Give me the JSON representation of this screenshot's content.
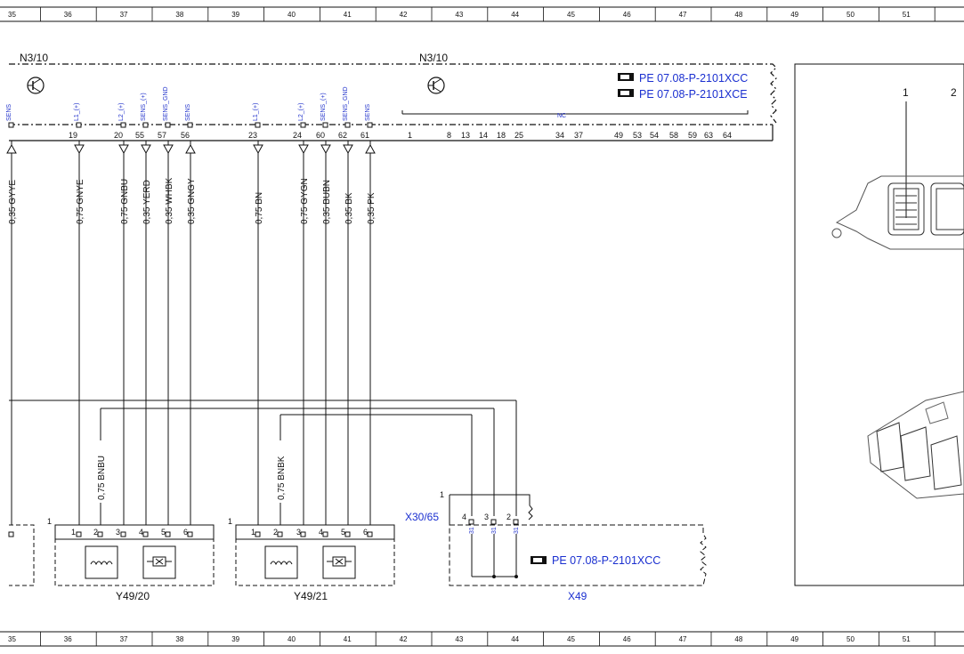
{
  "grid_numbers": [
    "35",
    "36",
    "37",
    "38",
    "39",
    "40",
    "41",
    "42",
    "43",
    "44",
    "45",
    "46",
    "47",
    "48",
    "49",
    "50",
    "51"
  ],
  "components": {
    "n3_left": "N3/10",
    "n3_right": "N3/10",
    "y49_20": "Y49/20",
    "y49_21": "Y49/21",
    "x30_65": "X30/65",
    "x49": "X49"
  },
  "references": {
    "ref1": "PE 07.08-P-2101XCC",
    "ref2": "PE 07.08-P-2101XCE",
    "ref3": "PE 07.08-P-2101XCC"
  },
  "ecu_pins": [
    {
      "sig": "SENS",
      "num": ""
    },
    {
      "sig": "L1_(+)",
      "num": "19"
    },
    {
      "sig": "L2_(+)",
      "num": "20"
    },
    {
      "sig": "SENS_(+)",
      "num": "55"
    },
    {
      "sig": "SENS_GND",
      "num": "57"
    },
    {
      "sig": "SENS",
      "num": "56"
    },
    {
      "sig": "L1_(+)",
      "num": "23"
    },
    {
      "sig": "L2_(+)",
      "num": "24"
    },
    {
      "sig": "SENS_(+)",
      "num": "60"
    },
    {
      "sig": "SENS_GND",
      "num": "62"
    },
    {
      "sig": "SENS",
      "num": "61"
    }
  ],
  "nc_label": "NC",
  "nc_pins": [
    "1",
    "8",
    "13",
    "14",
    "18",
    "25",
    "34",
    "37",
    "49",
    "53",
    "54",
    "58",
    "59",
    "63",
    "64"
  ],
  "wire_labels": [
    "0,35 GYYE",
    "0,75 GNYE",
    "0,75 GNBU",
    "0,35 YERD",
    "0,35 WHBK",
    "0,35 GNGY",
    "0,75 BN",
    "0,75 GYGN",
    "0,35 BUBN",
    "0,35 BK",
    "0,35 PK"
  ],
  "lower_wire_labels": [
    "0,75 BNBU",
    "0,75 BNBK"
  ],
  "valve_pins": [
    "1",
    "2",
    "3",
    "4",
    "5",
    "6"
  ],
  "x30_pins": [
    "4",
    "3",
    "2"
  ],
  "x30_pin_signal": "31",
  "x30_top_num": "1",
  "valve_header_num": "1",
  "photo_label_1": "1",
  "photo_label_2": "2"
}
